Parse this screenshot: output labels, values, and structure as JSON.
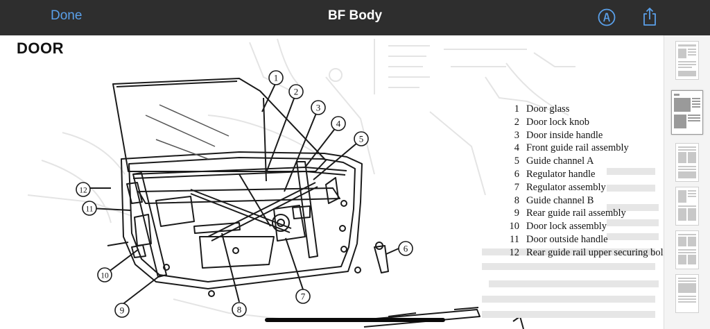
{
  "toolbar": {
    "done_label": "Done",
    "title": "BF Body",
    "markup_icon": "markup-pen-circle-icon",
    "share_icon": "share-box-arrow-icon",
    "accent_color": "#5aa0ea"
  },
  "page": {
    "heading": "DOOR",
    "callouts": [
      "1",
      "2",
      "3",
      "4",
      "5",
      "6",
      "7",
      "8",
      "9",
      "10",
      "11",
      "12"
    ],
    "legend": [
      {
        "num": "1",
        "label": "Door glass"
      },
      {
        "num": "2",
        "label": "Door lock knob"
      },
      {
        "num": "3",
        "label": "Door inside handle"
      },
      {
        "num": "4",
        "label": "Front guide rail assembly"
      },
      {
        "num": "5",
        "label": "Guide channel A"
      },
      {
        "num": "6",
        "label": "Regulator handle"
      },
      {
        "num": "7",
        "label": "Regulator assembly"
      },
      {
        "num": "8",
        "label": "Guide channel B"
      },
      {
        "num": "9",
        "label": "Rear guide rail assembly"
      },
      {
        "num": "10",
        "label": "Door lock assembly"
      },
      {
        "num": "11",
        "label": "Door outside handle"
      },
      {
        "num": "12",
        "label": "Rear guide rail upper securing bolt"
      }
    ]
  },
  "thumbnails": {
    "count": 6,
    "active_index": 1
  }
}
